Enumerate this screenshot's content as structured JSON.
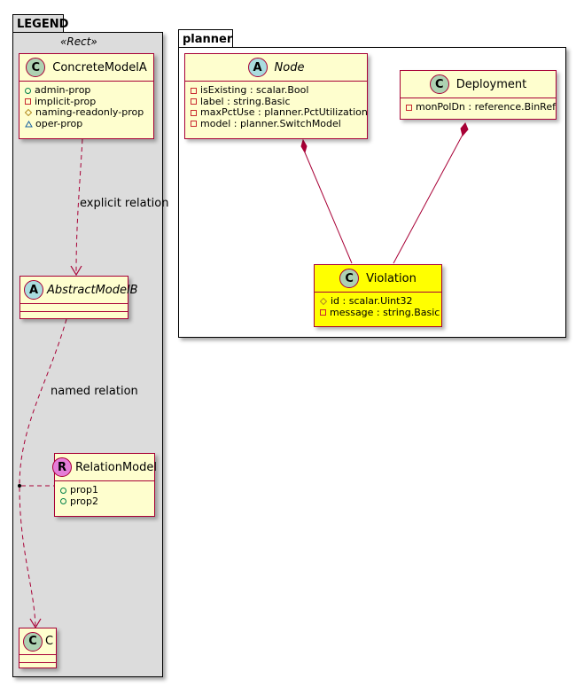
{
  "legend": {
    "title": "LEGEND",
    "stereotype": "«Rect»",
    "concrete_class": {
      "icon": "C",
      "name": "ConcreteModelA",
      "attributes": [
        {
          "visibility": "public",
          "text": "admin-prop"
        },
        {
          "visibility": "private",
          "text": "implicit-prop"
        },
        {
          "visibility": "protected",
          "text": "naming-readonly-prop"
        },
        {
          "visibility": "package",
          "text": "oper-prop"
        }
      ]
    },
    "abstract_class": {
      "icon": "A",
      "name": "AbstractModelB"
    },
    "relation_class": {
      "icon": "R",
      "name": "RelationModel",
      "attributes": [
        {
          "visibility": "public",
          "text": "prop1"
        },
        {
          "visibility": "public",
          "text": "prop2"
        }
      ]
    },
    "c_class": {
      "icon": "C",
      "name": "C"
    },
    "explicit_relation_label": "explicit relation",
    "named_relation_label": "named relation"
  },
  "planner": {
    "title": "planner",
    "node": {
      "icon": "A",
      "name": "Node",
      "attributes": [
        {
          "visibility": "private",
          "text": "isExisting : scalar.Bool"
        },
        {
          "visibility": "private",
          "text": "label : string.Basic"
        },
        {
          "visibility": "private",
          "text": "maxPctUse : planner.PctUtilization"
        },
        {
          "visibility": "private",
          "text": "model : planner.SwitchModel"
        }
      ]
    },
    "deployment": {
      "icon": "C",
      "name": "Deployment",
      "attributes": [
        {
          "visibility": "private",
          "text": "monPolDn : reference.BinRef"
        }
      ]
    },
    "violation": {
      "icon": "C",
      "name": "Violation",
      "highlight_color": "#ffff00",
      "attributes": [
        {
          "visibility": "protected",
          "text": "id : scalar.Uint32"
        },
        {
          "visibility": "private",
          "text": "message : string.Basic"
        }
      ]
    }
  },
  "colors": {
    "class_border": "#a80036",
    "class_fill": "#fefece",
    "legend_fill": "#dcdcdc",
    "relation_line": "#a80036"
  }
}
